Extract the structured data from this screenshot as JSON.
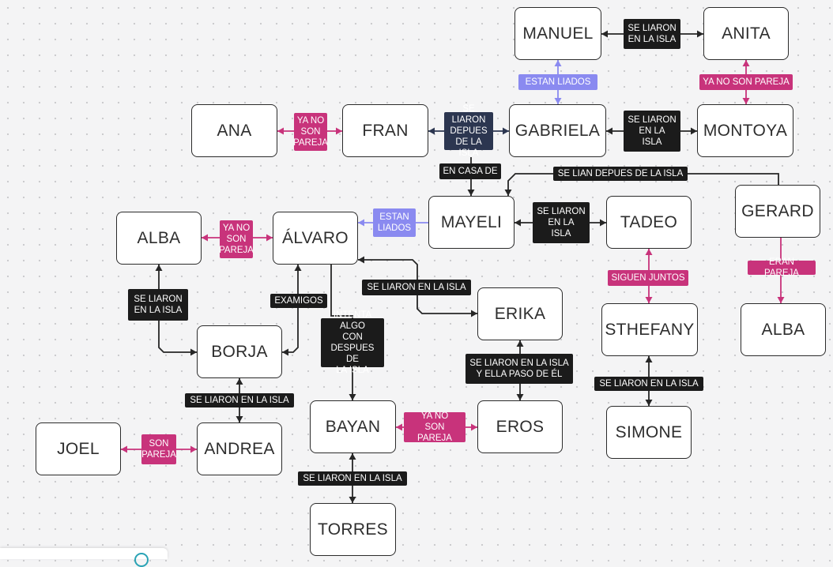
{
  "colors": {
    "line": "#262626",
    "pink": "#c8337b",
    "blue": "#8a8af0",
    "navy": "#2c3650"
  },
  "nodes": [
    {
      "id": "manuel",
      "label": "MANUEL"
    },
    {
      "id": "anita",
      "label": "ANITA"
    },
    {
      "id": "ana",
      "label": "ANA"
    },
    {
      "id": "fran",
      "label": "FRAN"
    },
    {
      "id": "gabriela",
      "label": "GABRIELA"
    },
    {
      "id": "montoya",
      "label": "MONTOYA"
    },
    {
      "id": "gerard",
      "label": "GERARD"
    },
    {
      "id": "alba1",
      "label": "ALBA"
    },
    {
      "id": "alvaro",
      "label": "ÁLVARO"
    },
    {
      "id": "mayeli",
      "label": "MAYELI"
    },
    {
      "id": "tadeo",
      "label": "TADEO"
    },
    {
      "id": "erika",
      "label": "ERIKA"
    },
    {
      "id": "sthefany",
      "label": "STHEFANY"
    },
    {
      "id": "alba2",
      "label": "ALBA"
    },
    {
      "id": "borja",
      "label": "BORJA"
    },
    {
      "id": "joel",
      "label": "JOEL"
    },
    {
      "id": "andrea",
      "label": "ANDREA"
    },
    {
      "id": "bayan",
      "label": "BAYAN"
    },
    {
      "id": "eros",
      "label": "EROS"
    },
    {
      "id": "simone",
      "label": "SIMONE"
    },
    {
      "id": "torres",
      "label": "TORRES"
    }
  ],
  "edges": [
    {
      "id": "manuel-anita",
      "from": "manuel",
      "to": "anita",
      "label": "SE LIARON\nEN LA ISLA",
      "style": "dark"
    },
    {
      "id": "manuel-gabriela",
      "from": "manuel",
      "to": "gabriela",
      "label": "ESTAN LIADOS",
      "style": "blue"
    },
    {
      "id": "anita-montoya",
      "from": "anita",
      "to": "montoya",
      "label": "YA NO SON PAREJA",
      "style": "pink"
    },
    {
      "id": "ana-fran",
      "from": "ana",
      "to": "fran",
      "label": "YA NO\nSON\nPAREJA",
      "style": "pink"
    },
    {
      "id": "fran-gabriela",
      "from": "fran",
      "to": "gabriela",
      "label": "SE LIARON\nDEPUES\nDE LA ISLA",
      "style": "navy"
    },
    {
      "id": "gabriela-montoya",
      "from": "gabriela",
      "to": "montoya",
      "label": "SE LIARON\nEN LA\nISLA",
      "style": "dark"
    },
    {
      "id": "fran-mayeli",
      "from": "fran",
      "to": "mayeli",
      "label": "EN CASA DE",
      "style": "dark"
    },
    {
      "id": "gerard-mayeli",
      "from": "gerard",
      "to": "mayeli",
      "label": "SE LIAN DEPUES DE LA ISLA",
      "style": "dark"
    },
    {
      "id": "alba-alvaro",
      "from": "alba1",
      "to": "alvaro",
      "label": "YA NO\nSON\nPAREJA",
      "style": "pink"
    },
    {
      "id": "alvaro-mayeli",
      "from": "mayeli",
      "to": "alvaro",
      "label": "ESTAN\nLIADOS",
      "style": "blue"
    },
    {
      "id": "mayeli-tadeo",
      "from": "mayeli",
      "to": "tadeo",
      "label": "SE LIARON\nEN LA\nISLA",
      "style": "dark"
    },
    {
      "id": "gerard-alba2",
      "from": "gerard",
      "to": "alba2",
      "label": "ERAN PAREJA",
      "style": "pink"
    },
    {
      "id": "alvaro-erika",
      "from": "alvaro",
      "to": "erika",
      "label": "SE LIARON EN LA ISLA",
      "style": "dark"
    },
    {
      "id": "tadeo-sthefany",
      "from": "tadeo",
      "to": "sthefany",
      "label": "SIGUEN JUNTOS",
      "style": "pink"
    },
    {
      "id": "alba-borja",
      "from": "alba1",
      "to": "borja",
      "label": "SE LIARON\nEN LA ISLA",
      "style": "dark"
    },
    {
      "id": "alvaro-borja",
      "from": "alvaro",
      "to": "borja",
      "label": "EXAMIGOS",
      "style": "dark"
    },
    {
      "id": "alvaro-bayan",
      "from": "alvaro",
      "to": "bayan",
      "label": "INTENTA ALGO\nCON\nDESPUES DE\nLA ISLA",
      "style": "dark"
    },
    {
      "id": "erika-eros",
      "from": "erika",
      "to": "eros",
      "label": "SE LIARON EN LA ISLA\nY ELLA PASO DE ÉL",
      "style": "dark"
    },
    {
      "id": "sthefany-simone",
      "from": "sthefany",
      "to": "simone",
      "label": "SE LIARON EN LA ISLA",
      "style": "dark"
    },
    {
      "id": "borja-andrea",
      "from": "borja",
      "to": "andrea",
      "label": "SE LIARON EN LA ISLA",
      "style": "dark"
    },
    {
      "id": "joel-andrea",
      "from": "joel",
      "to": "andrea",
      "label": "SON\nPAREJA",
      "style": "pink"
    },
    {
      "id": "bayan-eros",
      "from": "bayan",
      "to": "eros",
      "label": "YA NO\nSON PAREJA",
      "style": "pink"
    },
    {
      "id": "bayan-torres",
      "from": "bayan",
      "to": "torres",
      "label": "SE LIARON EN LA ISLA",
      "style": "dark"
    }
  ]
}
